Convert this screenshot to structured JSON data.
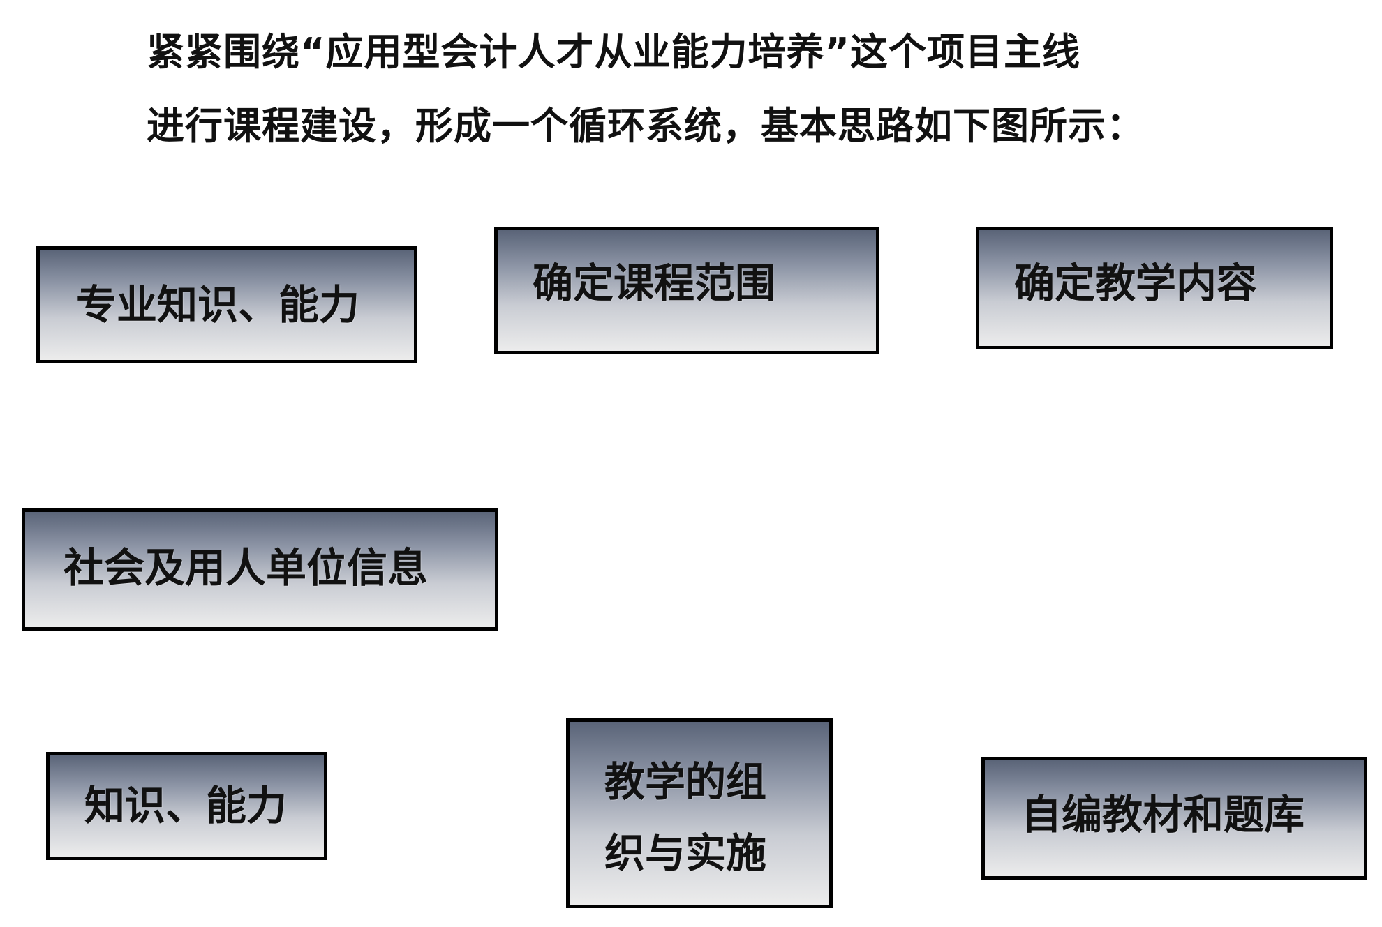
{
  "intro": {
    "line1": "紧紧围绕“应用型会计人才从业能力培养”这个项目主线",
    "line2": "进行课程建设，形成一个循环系统，基本思路如下图所示："
  },
  "diagram": {
    "nodes": [
      {
        "id": "professional-knowledge",
        "label": "专业知识、能力"
      },
      {
        "id": "course-scope",
        "label": "确定课程范围"
      },
      {
        "id": "teaching-content",
        "label": "确定教学内容"
      },
      {
        "id": "society-employer",
        "label": "社会及用人单位信息"
      },
      {
        "id": "knowledge-ability",
        "label": "知识、能力"
      },
      {
        "id": "teaching-organization",
        "label": "教学的组织与实施"
      },
      {
        "id": "self-textbook",
        "label": "自编教材和题库"
      }
    ],
    "colors": {
      "box_border": "#000000",
      "box_gradient_top": "#5a6478",
      "box_gradient_bottom": "#ececec",
      "text": "#111111",
      "background": "#ffffff"
    }
  }
}
